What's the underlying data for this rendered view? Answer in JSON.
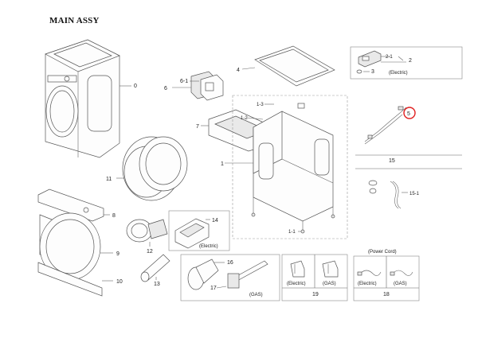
{
  "title": "MAIN ASSY",
  "labels": {
    "p0": "0",
    "p6": "6",
    "p6_1": "6-1",
    "p4": "4",
    "p7": "7",
    "p1": "1",
    "p1_3": "1-3",
    "p1_2": "1-2",
    "p1_1": "1-1",
    "p11": "11",
    "p8": "8",
    "p9": "9",
    "p10": "10",
    "p12": "12",
    "p13": "13",
    "p14": "14",
    "p16": "16",
    "p17": "17",
    "p2": "2",
    "p2_1": "2-1",
    "p3": "3",
    "p5": "5",
    "p15": "15",
    "p15_1": "15-1",
    "p19": "19",
    "p18": "18"
  },
  "tags": {
    "electric": "(Electric)",
    "gas": "(GAS)",
    "power_cord": "(Power Cord)"
  },
  "highlight_color": "#e02020"
}
